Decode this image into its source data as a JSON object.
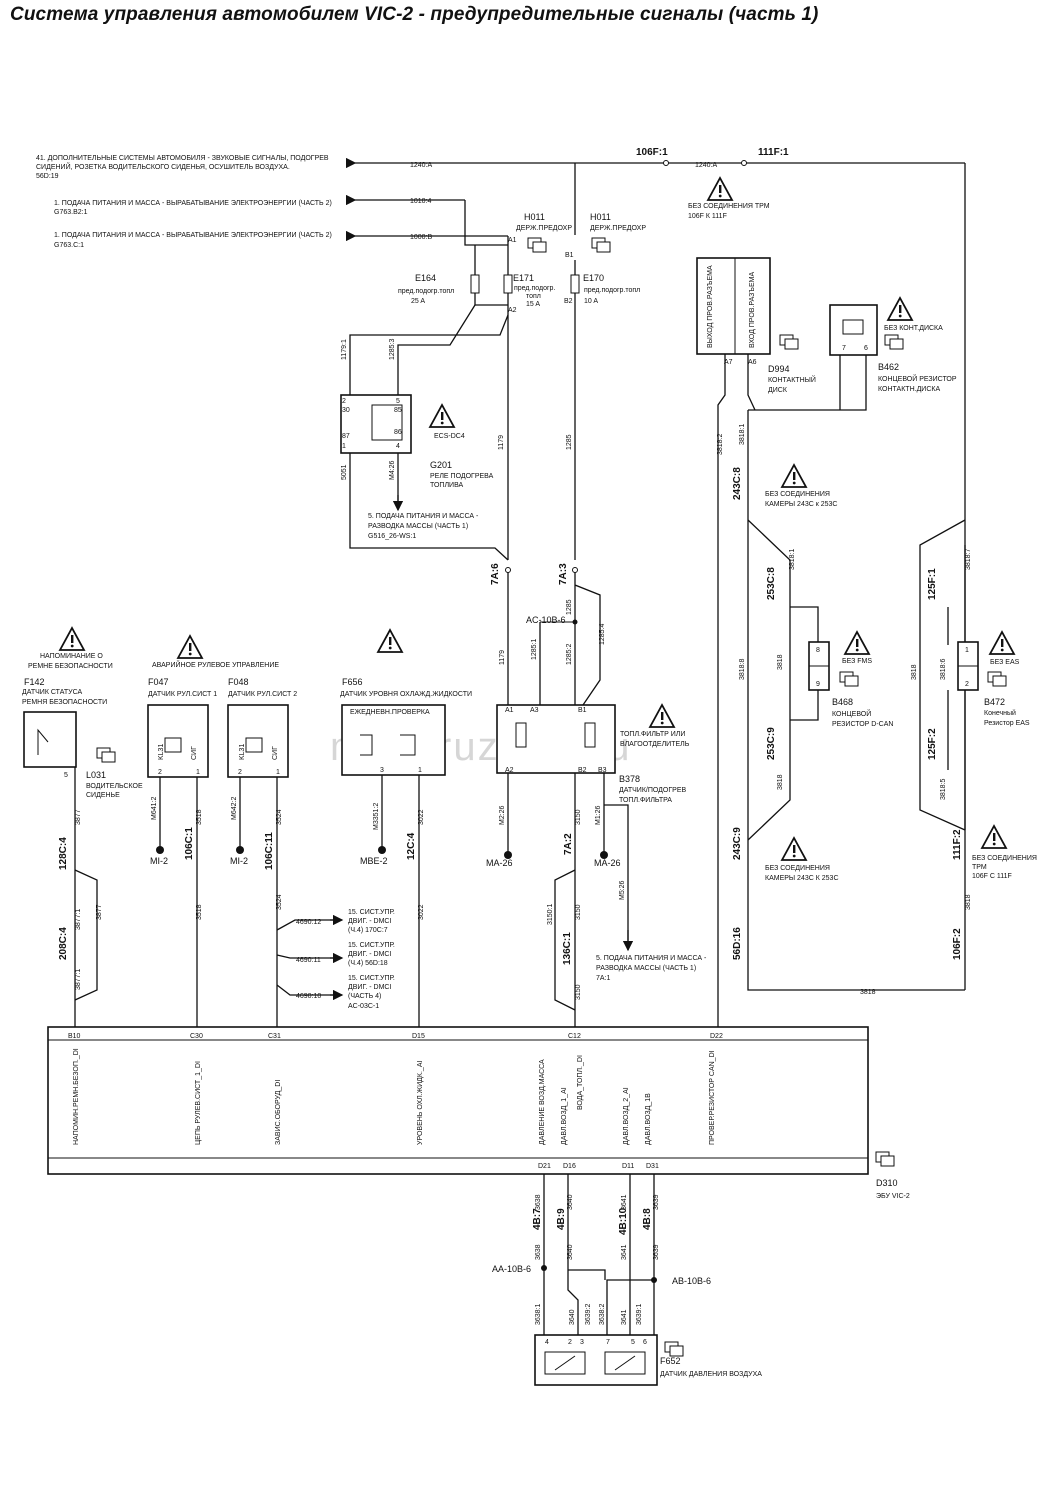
{
  "title": "Система управления автомобилем VIC-2 - предупредительные сигналы (часть 1)",
  "watermark": "mangruzovik.ru",
  "refs": {
    "r1_line1": "41. ДОПОЛНИТЕЛЬНЫЕ СИСТЕМЫ АВТОМОБИЛЯ - ЗВУКОВЫЕ СИГНАЛЫ, ПОДОГРЕВ",
    "r1_line2": "СИДЕНИЙ, РОЗЕТКА ВОДИТЕЛЬСКОГО СИДЕНЬЯ, ОСУШИТЕЛЬ ВОЗДУХА.",
    "r1_line3": "56D:19",
    "r2_line1": "1. ПОДАЧА ПИТАНИЯ И МАССА - ВЫРАБАТЫВАНИЕ ЭЛЕКТРОЭНЕРГИИ (ЧАСТЬ 2)",
    "r2_line2": "G763.B2:1",
    "r3_line1": "1. ПОДАЧА ПИТАНИЯ И МАССА - ВЫРАБАТЫВАНИЕ ЭЛЕКТРОЭНЕРГИИ (ЧАСТЬ 2)",
    "r3_line2": "G763.C:1",
    "r4_line1": "5. ПОДАЧА ПИТАНИЯ И МАССА -",
    "r4_line2": "РАЗВОДКА МАССЫ (ЧАСТЬ 1)",
    "r4_line3": "G516_26-WS:1",
    "r5_line1": "5. ПОДАЧА ПИТАНИЯ И МАССА -",
    "r5_line2": "РАЗВОДКА МАССЫ (ЧАСТЬ 1)",
    "r5_line3": "7A:1",
    "r6_l1": "15. СИСТ.УПР.",
    "r6_l2": "ДВИГ. - DMCI",
    "r6_l3": "(Ч.4) 170C:7",
    "r7_l1": "15. СИСТ.УПР.",
    "r7_l2": "ДВИГ. - DMCI",
    "r7_l3": "(Ч.4) 56D:18",
    "r8_l1": "15. СИСТ.УПР.",
    "r8_l2": "ДВИГ. - DMCI",
    "r8_l3": "(ЧАСТЬ 4)",
    "r8_l4": "AC-03C-1"
  },
  "wires": {
    "w1240a": "1240:A",
    "w1240a_2": "1240:A",
    "w1010": "1010:4",
    "w1000": "1000:B",
    "c106f": "106F:1",
    "c111f": "111F:1",
    "w1179_1": "1179:1",
    "w1285_3": "1285:3",
    "w1179": "1179",
    "w1285": "1285",
    "w5051": "5051",
    "w426": "M4:26",
    "c7a6": "7A:6",
    "c7a3": "7A:3",
    "w1285b": "1285",
    "w1285_4": "1285:4",
    "w1179b": "1179",
    "w1285_1": "1285:1",
    "w1285_2": "1285:2",
    "w3818_2": "3818:2",
    "w3818_1": "3818:1",
    "c243c8": "243C:8",
    "c253c8": "253C:8",
    "w3818_1b": "3818:1",
    "w3818_8": "3818:8",
    "w3818": "3818",
    "c253c9": "253C:9",
    "w3818b": "3818",
    "c243c9": "243C:9",
    "c56d16": "56D:16",
    "w3818_bottom": "3818",
    "c125f1": "125F:1",
    "w3818_7": "3818:7",
    "w3818c": "3818",
    "w3818_6": "3818:6",
    "c125f2": "125F:2",
    "w3818_5": "3818:5",
    "c111f2": "111F:2",
    "w3818d": "3818",
    "c106f2": "106F:2",
    "c128c4": "128C:4",
    "w3877": "3877",
    "c208c4": "208C:4",
    "w3877_1": "3877:1",
    "w3877b": "3877",
    "w3877_1b": "3877:1",
    "wm641": "M641:2",
    "c106c1": "106C:1",
    "w3518": "3518",
    "w3518b": "3518",
    "wm642": "M642:2",
    "c106c11": "106C:11",
    "w3524": "3524",
    "w3524b": "3524",
    "w4690_12": "4690:12",
    "w4690_11": "4690:11",
    "w4690_10": "4690:10",
    "wm3351": "M3351:2",
    "c12c4": "12C:4",
    "w3022": "3022",
    "w3022b": "3022",
    "wm226": "M2:26",
    "c7a2": "7A:2",
    "w3150": "3150",
    "w3150_1": "3150:1",
    "c136c1": "136C:1",
    "w3150b": "3150",
    "w3150c": "3150",
    "wm126": "M1:26",
    "wm526": "M5:26",
    "c4b7": "4B:7",
    "c4b9": "4B:9",
    "c4b10": "4B:10",
    "c4b8": "4B:8",
    "w3638": "3638",
    "w3640": "3640",
    "w3641": "3641",
    "w3639": "3639",
    "w3638b": "3638",
    "w3640b": "3640",
    "w3641b": "3641",
    "w3639b": "3639",
    "w3638_1": "3638:1",
    "w3640c": "3640",
    "w3639_2": "3639:2",
    "w3638_2": "3638:2",
    "w3641c": "3641",
    "w3639_1": "3639:1"
  },
  "grounds": {
    "mi2a": "MI-2",
    "mi2b": "MI-2",
    "mbe2": "MBE-2",
    "ma26a": "MA-26",
    "ma26b": "MA-26"
  },
  "splices": {
    "ac10b6": "AC-10B-6",
    "aa10b6": "AA-10B-6",
    "ab10b6": "AB-10B-6"
  },
  "components": {
    "h011a_id": "H011",
    "h011a_desc": "ДЕРЖ.ПРЕДОХР",
    "h011b_id": "H011",
    "h011b_desc": "ДЕРЖ.ПРЕДОХР",
    "e164_id": "E164",
    "e164_l1": "пред.подогр.топл",
    "e164_l2": "25 A",
    "e171_id": "E171",
    "e171_l1": "пред.подогр.",
    "e171_l2": "топл",
    "e171_l3": "15 A",
    "e170_id": "E170",
    "e170_l1": "пред.подогр.топл",
    "e170_l2": "10 A",
    "g201_id": "G201",
    "g201_l1": "РЕЛЕ ПОДОГРЕВА",
    "g201_l2": "ТОПЛИВА",
    "g201_note": "ECS-DC4",
    "tpm_note1": "БЕЗ СОЕДИНЕНИЯ ТРМ",
    "tpm_note2": "106F К 111F",
    "d994_v1": "ВЫХОД ПРОВ.РАЗЪЕМА",
    "d994_v2": "ВХОД ПРОВ.РАЗЪЕМА",
    "d994_id": "D994",
    "d994_l1": "КОНТАКТНЫЙ",
    "d994_l2": "ДИСК",
    "b462_note": "БЕЗ КОНТ.ДИСКА",
    "b462_id": "B462",
    "b462_l1": "КОНЦЕВОЙ РЕЗИСТОР",
    "b462_l2": "КОНТАКТН.ДИСКА",
    "cam1_l1": "БЕЗ СОЕДИНЕНИЯ",
    "cam1_l2": "КАМЕРЫ 243С к 253С",
    "cam2_l1": "БЕЗ СОЕДИНЕНИЯ",
    "cam2_l2": "КАМЕРЫ 243С К 253С",
    "b468_note": "БЕЗ FMS",
    "b468_id": "B468",
    "b468_l1": "КОНЦЕВОЙ",
    "b468_l2": "РЕЗИСТОР D-CAN",
    "b472_note": "БЕЗ EAS",
    "b472_id": "B472",
    "b472_l1": "Конечный",
    "b472_l2": "Резистор EAS",
    "tpm2_l1": "БЕЗ СОЕДИНЕНИЯ",
    "tpm2_l2": "ТРМ",
    "tpm2_l3": "106F С 111F",
    "seat_note1": "НАПОМИНАНИЕ О",
    "seat_note2": "РЕМНЕ БЕЗОПАСНОСТИ",
    "f142_id": "F142",
    "f142_l1": "ДАТЧИК СТАТУСА",
    "f142_l2": "РЕМНЯ БЕЗОПАСНОСТИ",
    "l031_id": "L031",
    "l031_l1": "ВОДИТЕЛЬСКОЕ",
    "l031_l2": "СИДЕНЬЕ",
    "steer_note": "АВАРИЙНОЕ РУЛЕВОЕ УПРАВЛЕНИЕ",
    "f047_id": "F047",
    "f047_l1": "ДАТЧИК РУЛ.СИСТ 1",
    "f048_id": "F048",
    "f048_l1": "ДАТЧИК РУЛ.СИСТ 2",
    "f656_id": "F656",
    "f656_l1": "ДАТЧИК УРОВНЯ ОХЛАЖД.ЖИДКОСТИ",
    "f656_box": "ЕЖЕДНЕВН.ПРОВЕРКА",
    "b378_note1": "ТОПЛ.ФИЛЬТР ИЛИ",
    "b378_note2": "ВЛАГООТДЕЛИТЕЛЬ",
    "b378_id": "B378",
    "b378_l1": "ДАТЧИК/ПОДОГРЕВ",
    "b378_l2": "ТОПЛ.ФИЛЬТРА",
    "d310_id": "D310",
    "d310_l1": "ЭБУ VIC-2",
    "f652_id": "F652",
    "f652_l1": "ДАТЧИК ДАВЛЕНИЯ ВОЗДУХА"
  },
  "ecu_pins": {
    "b10": "B10",
    "c30": "C30",
    "c31": "C31",
    "d15": "D15",
    "c12": "C12",
    "d22": "D22",
    "d21": "D21",
    "d16": "D16",
    "d11": "D11",
    "d31": "D31"
  },
  "ecu_signals": {
    "s1": "НАПОМИН.РЕМН.БЕЗОП._DI",
    "s2": "ЦЕПЬ РУЛЕВ.СИСТ_1_DI",
    "s3": "ЗАВИС.ОБОРУД_DI",
    "s4": "УРОВЕНЬ ОХЛ.ЖИДК._AI",
    "s5": "ДАВЛЕНИЕ ВОЗД.МАССА",
    "s5b": "ДАВЛ.ВОЗД_1_AI",
    "s6": "ВОДА_ТОПЛ._DI",
    "s7": "ДАВЛ.ВОЗД_2_AI",
    "s7b": "ДАВЛ.ВОЗД_1B",
    "s8": "ПРОВЕР.РЕЗИСТОР CAN_DI"
  },
  "pins": {
    "h011a_a1": "A1",
    "e171_a2": "A2",
    "h011b_b1": "B1",
    "e170_b2": "B2",
    "g201_30": "30",
    "g201_85": "85",
    "g201_86": "86",
    "g201_87": "87",
    "g201_2": "2",
    "g201_5": "5",
    "g201_1": "1",
    "g201_4": "4",
    "d994_a7": "A7",
    "d994_a6": "A6",
    "b462_7": "7",
    "b462_6": "6",
    "b468_8": "8",
    "b468_9": "9",
    "b472_1": "1",
    "b472_2": "2",
    "f142_5": "5",
    "f047_2": "2",
    "f047_1": "1",
    "f048_2": "2",
    "f048_1": "1",
    "f047_kl": "KL31",
    "f047_sig": "СИГ",
    "f048_kl": "KL31",
    "f048_sig": "СИГ",
    "f656_3": "3",
    "f656_1": "1",
    "b378_a1": "A1",
    "b378_a3": "A3",
    "b378_b1": "B1",
    "b378_a2": "A2",
    "b378_b2": "B2",
    "b378_b3": "B3",
    "f652_4": "4",
    "f652_2": "2",
    "f652_3": "3",
    "f652_7": "7",
    "f652_5": "5",
    "f652_6": "6"
  }
}
